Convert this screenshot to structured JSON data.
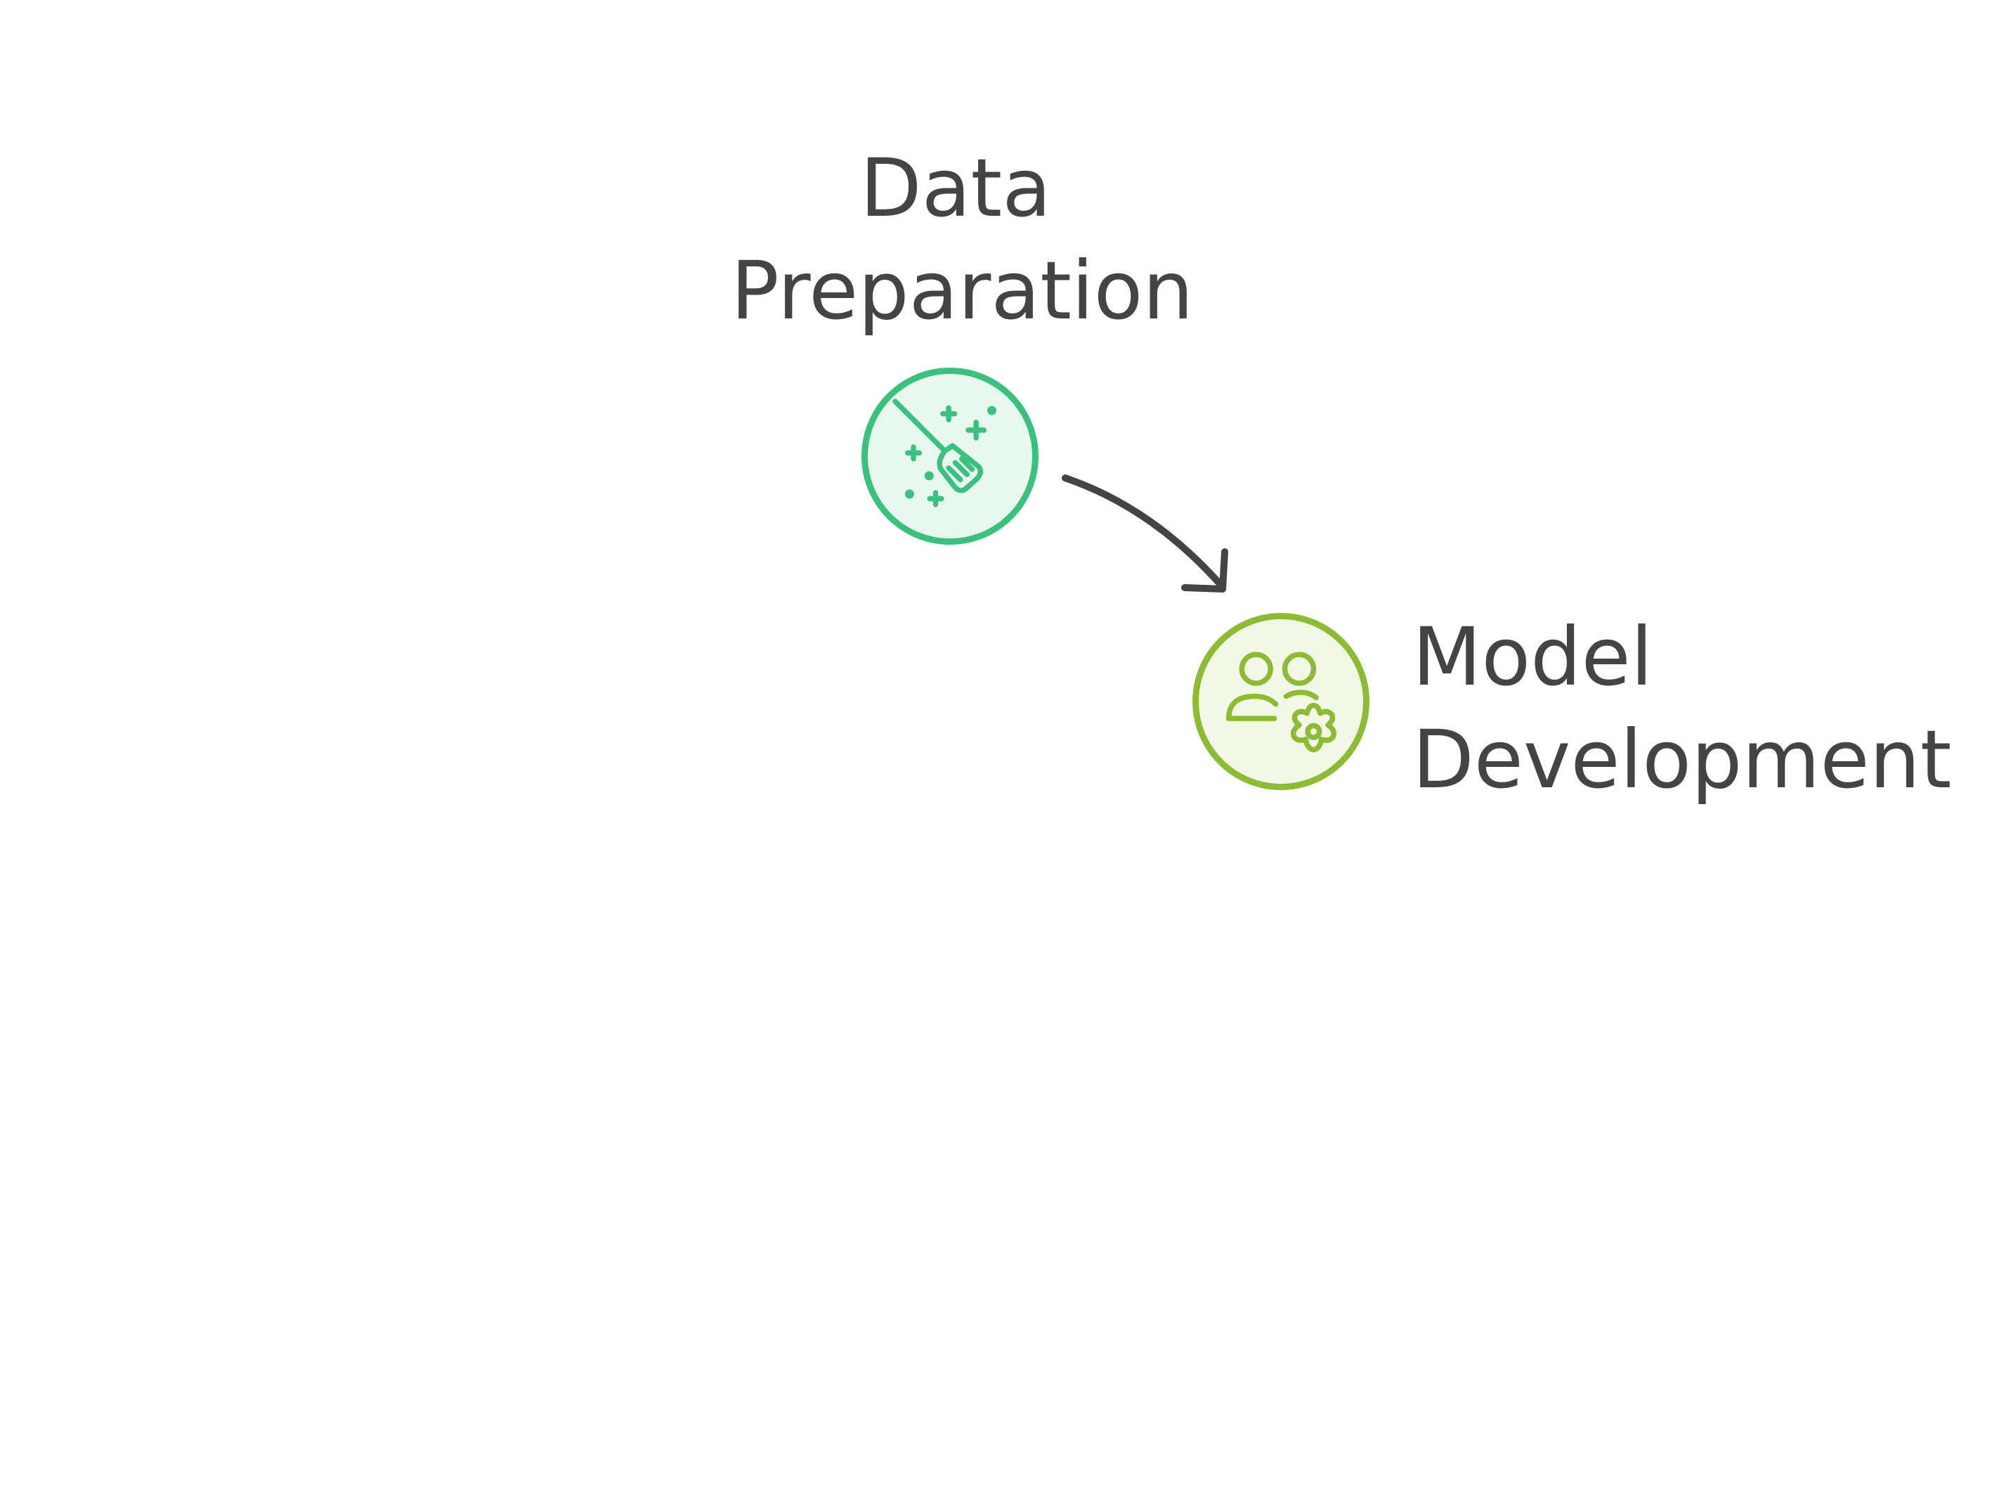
{
  "diagram": {
    "nodes": [
      {
        "id": "data-preparation",
        "label_lines": [
          "Data",
          "Preparation"
        ],
        "icon": "broom-sparkles-icon",
        "color": "#3cc07f",
        "fill": "#e8f8ef"
      },
      {
        "id": "model-development",
        "label_lines": [
          "Model",
          "Development"
        ],
        "icon": "team-gear-icon",
        "color": "#8dbb35",
        "fill": "#f1f8e6"
      }
    ],
    "edges": [
      {
        "from": "data-preparation",
        "to": "model-development",
        "color": "#444444"
      }
    ],
    "text_color": "#444444"
  }
}
